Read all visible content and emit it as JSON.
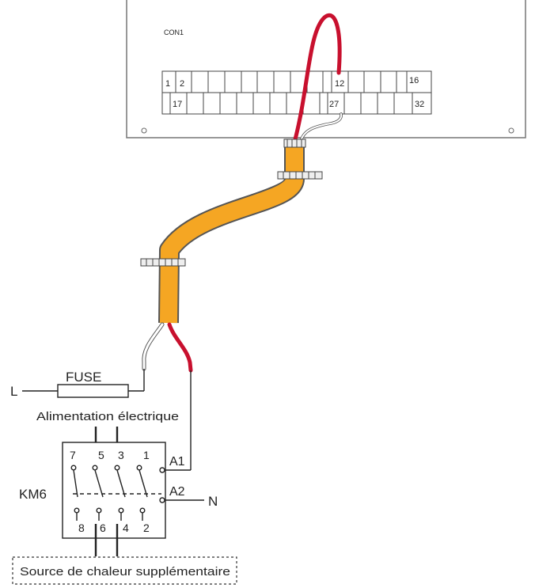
{
  "board": {
    "connector_label": "CON1",
    "top_row": {
      "first": "1",
      "second": "2",
      "wire_terminal": "12",
      "last": "16"
    },
    "bottom_row": {
      "first": "17",
      "wire_terminal": "27",
      "last": "32"
    }
  },
  "fuse": {
    "label": "FUSE",
    "line_label": "L"
  },
  "power_label": "Alimentation électrique",
  "contactor": {
    "name": "KM6",
    "top_terminals": [
      "7",
      "5",
      "3",
      "1"
    ],
    "bottom_terminals": [
      "8",
      "6",
      "4",
      "2"
    ],
    "coil_terminals": [
      "A1",
      "A2"
    ],
    "neutral_label": "N"
  },
  "heat_source_label": "Source de chaleur supplémentaire",
  "colors": {
    "cable_jacket": "#F5A623",
    "live_wire": "#C8102E",
    "neutral_wire": "#FFFFFF"
  }
}
